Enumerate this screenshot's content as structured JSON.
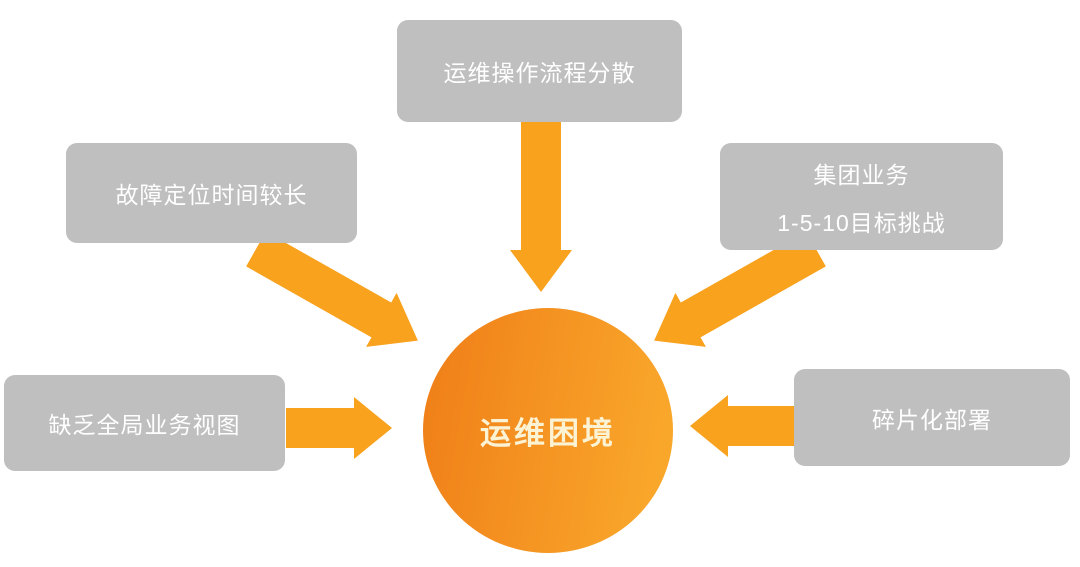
{
  "colors": {
    "background": "#FFFFFF",
    "box_bg": "#BFBFBF",
    "box_text": "#FFFFFF",
    "arrow": "#F8A21E",
    "circle_grad_start": "#F08019",
    "circle_grad_end": "#F9A72B",
    "circle_text": "#FCF3D4"
  },
  "center": {
    "label": "运维困境"
  },
  "nodes": {
    "top": {
      "line1": "运维操作流程分散"
    },
    "upper_left": {
      "line1": "故障定位时间较长"
    },
    "upper_right": {
      "line1": "集团业务",
      "line2": "1-5-10目标挑战"
    },
    "left": {
      "line1": "缺乏全局业务视图"
    },
    "right": {
      "line1": "碎片化部署"
    }
  },
  "connectors": [
    {
      "name": "arrow-top-to-center",
      "direction": "down"
    },
    {
      "name": "arrow-upper-left-to-center",
      "direction": "down-right"
    },
    {
      "name": "arrow-upper-right-to-center",
      "direction": "down-left"
    },
    {
      "name": "arrow-left-to-center",
      "direction": "right"
    },
    {
      "name": "arrow-right-to-center",
      "direction": "left"
    }
  ]
}
